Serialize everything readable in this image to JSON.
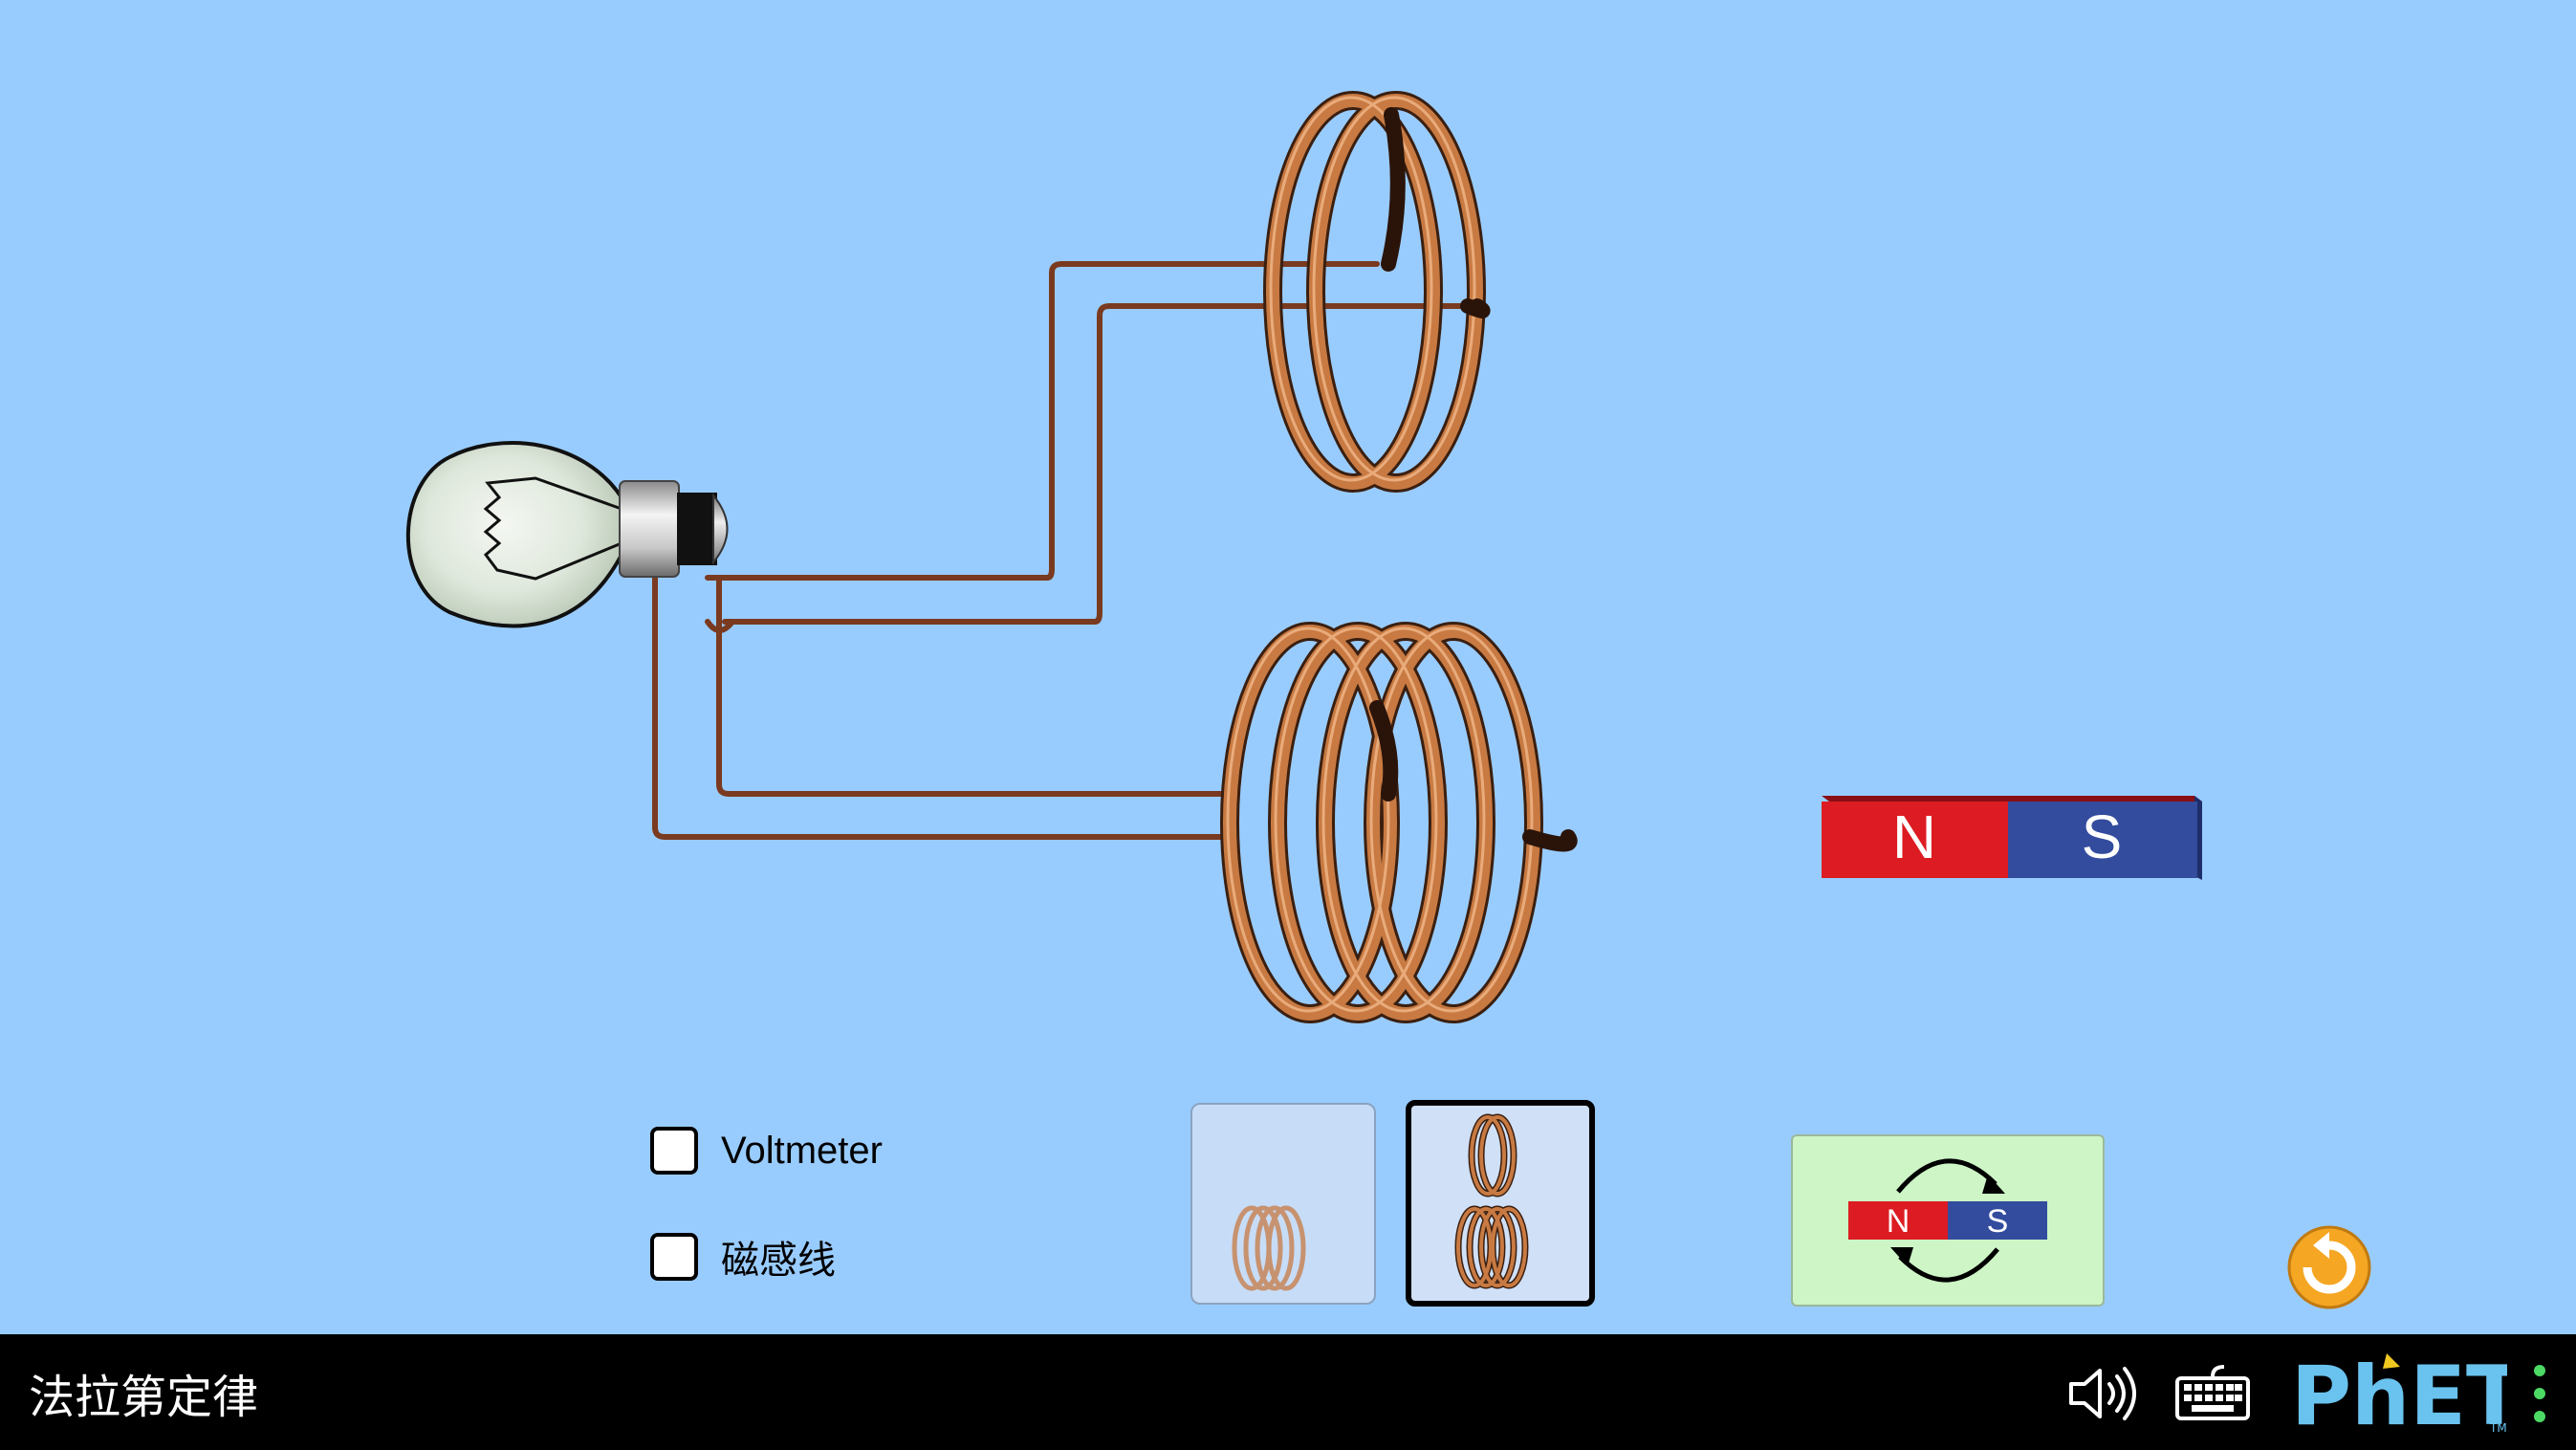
{
  "magnet": {
    "north_label": "N",
    "south_label": "S",
    "north_color": "#dc1c22",
    "south_color": "#334c9e"
  },
  "controls": {
    "voltmeter_label": "Voltmeter",
    "field_lines_label": "磁感线",
    "voltmeter_checked": false,
    "field_lines_checked": false
  },
  "coil_selector": {
    "selected": "two-coils"
  },
  "flip_magnet": {
    "north_label": "N",
    "south_label": "S"
  },
  "navbar": {
    "title": "法拉第定律",
    "brand": "PhET"
  },
  "colors": {
    "background": "#99ccfe",
    "wire": "#7a3a20",
    "coil": "#c87a42",
    "navbar": "#000000",
    "brand_blue": "#6ac3ef",
    "brand_yellow": "#f0c820",
    "reset_orange": "#f5a623"
  }
}
